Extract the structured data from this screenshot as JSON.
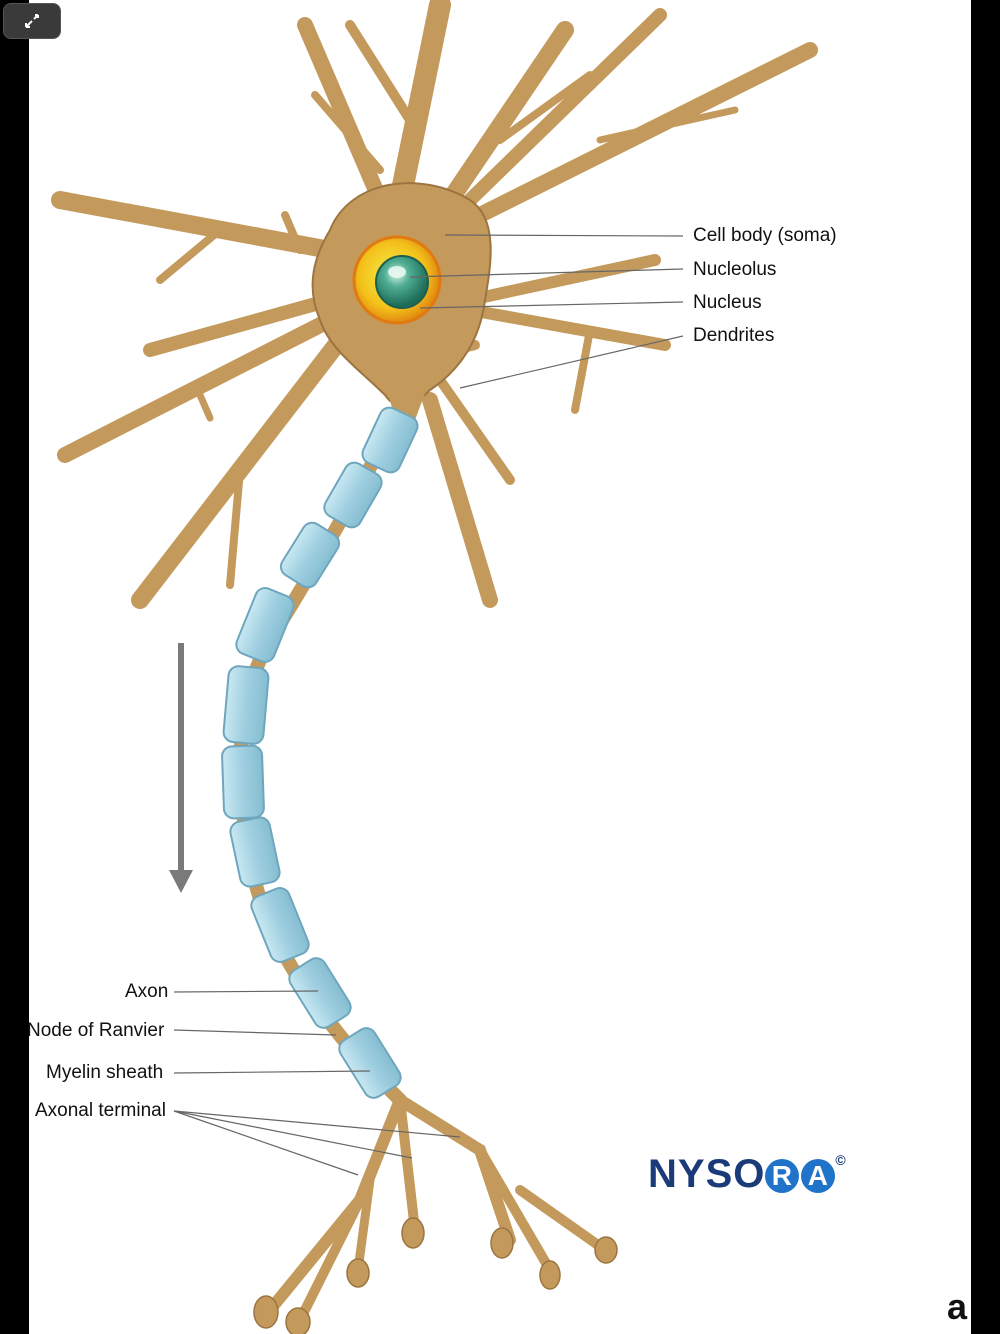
{
  "labels": {
    "cell_body": "Cell body (soma)",
    "nucleolus": "Nucleolus",
    "nucleus": "Nucleus",
    "dendrites": "Dendrites",
    "axon": "Axon",
    "node_of_ranvier": "Node of Ranvier",
    "myelin_sheath": "Myelin sheath",
    "axonal_terminal": "Axonal terminal"
  },
  "logo": {
    "prefix": "NYSO",
    "circled": [
      "R",
      "A"
    ],
    "mark": "©"
  },
  "panel_letter": "a",
  "colors": {
    "neuron_body": "#c49a5c",
    "neuron_outline": "#8a6a3a",
    "myelin": "#a9d4e3",
    "myelin_outline": "#6ea6bd",
    "nucleus": "#f5c21b",
    "nucleolus": "#2e8f78",
    "arrow": "#7a7a7a",
    "logo_blue": "#1b3a7a",
    "logo_circle": "#1f73c9"
  },
  "icons": {
    "expand": "expand-arrows-icon",
    "direction": "down-arrow-icon"
  }
}
